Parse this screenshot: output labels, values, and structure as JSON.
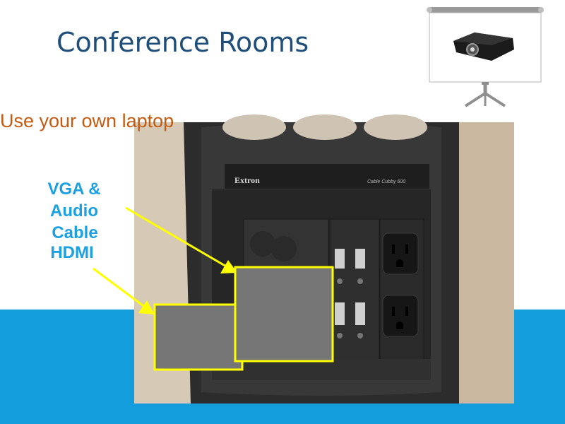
{
  "slide": {
    "title": "Conference Rooms",
    "laptop_label": "Use your own laptop",
    "cable_labels": {
      "vga": "VGA &",
      "audio": "Audio",
      "cable": "Cable",
      "hdmi": "HDMI"
    },
    "photo": {
      "brand": "Extron",
      "model": "Cable Cubby 600"
    }
  },
  "colors": {
    "title": "#1f4e79",
    "laptop_label": "#c55a11",
    "cable_labels": "#1ba1e2",
    "band": "#139ddc",
    "arrows": "#ffff00",
    "placeholders": "#767676"
  },
  "icons": {
    "projector": "projector-screen-icon"
  }
}
